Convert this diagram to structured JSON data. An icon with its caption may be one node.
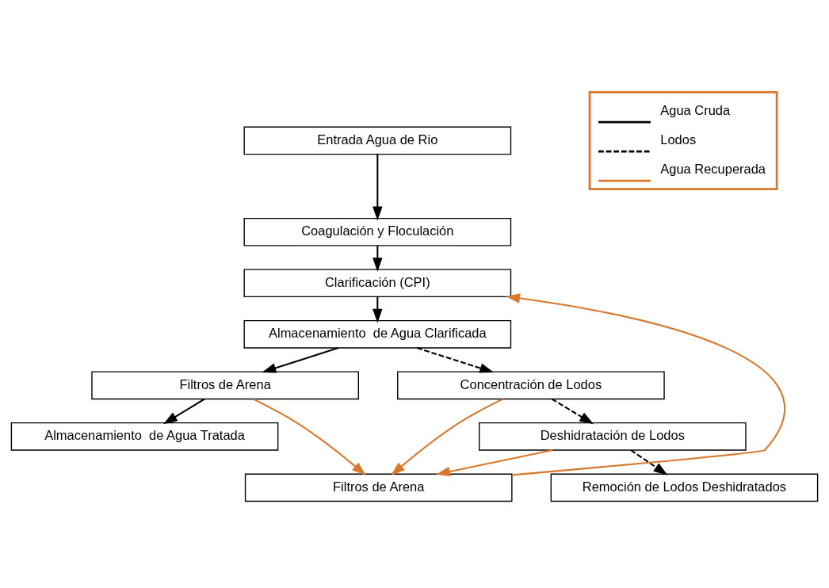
{
  "diagram": {
    "nodes": [
      {
        "text": [
          "Entrada Agua de Rio"
        ]
      },
      {
        "text": [
          "Coagulación y Floculación"
        ]
      },
      {
        "text": [
          "Clarificación (CPI)"
        ]
      },
      {
        "text": [
          "Almacenamiento  de Agua Clarificada"
        ]
      },
      {
        "text": [
          "Filtros de Arena"
        ]
      },
      {
        "text": [
          "Almacenamiento  de Agua Tratada"
        ]
      },
      {
        "text": [
          "Concentración de Lodos"
        ]
      },
      {
        "text": [
          "Deshidratación de Lodos"
        ]
      },
      {
        "text": [
          "Remoción de Lodos Deshidratados"
        ]
      },
      {
        "text": [
          "Filtros de Arena"
        ]
      }
    ],
    "edges": [
      {
        "from": 0,
        "to": 1,
        "arrow": "to"
      },
      {
        "from": 1,
        "to": 2,
        "arrow": "to"
      },
      {
        "from": 2,
        "to": 3,
        "arrow": "to"
      },
      {
        "from": 3,
        "to": 4,
        "arrow": "to"
      },
      {
        "from": 4,
        "to": 5,
        "arrow": "to"
      },
      {
        "from": 3,
        "to": 6,
        "arrow": "to",
        "style": "dashed"
      },
      {
        "from": 6,
        "to": 7,
        "arrow": "to",
        "style": "dashed"
      },
      {
        "from": 7,
        "to": 8,
        "arrow": "to",
        "style": "dashed"
      },
      {
        "from": 4,
        "to": 9,
        "arrow": "to",
        "color": "#d9772b"
      },
      {
        "from": 6,
        "to": 9,
        "arrow": "to",
        "color": "#d9772b"
      },
      {
        "from": 7,
        "to": 9,
        "arrow": "to",
        "color": "#d9772b"
      },
      {
        "from": 9,
        "to": 2,
        "arrow": "to",
        "color": "#d9772b"
      }
    ],
    "legend": [
      {
        "text": "Agua Cruda"
      },
      {
        "text": "Lodos"
      },
      {
        "text": "Agua Recuperada"
      }
    ]
  }
}
